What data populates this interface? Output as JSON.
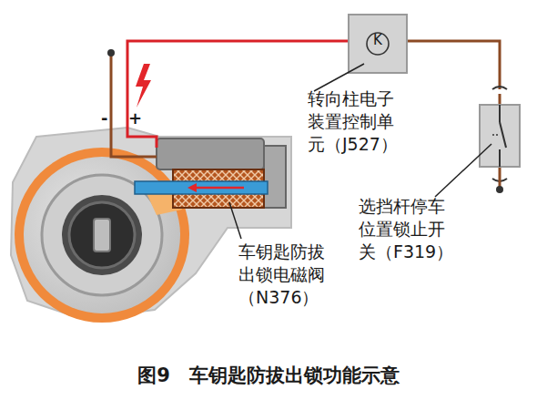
{
  "diagram": {
    "caption": "图9　车钥匙防拔出锁功能示意",
    "labels": [
      "转向柱电子装置控制单元（J527）",
      "选挡杆停车位置锁止开关（F319）",
      "车钥匙防拔出锁电磁阀（N376）",
      "-",
      "+",
      "K"
    ]
  }
}
